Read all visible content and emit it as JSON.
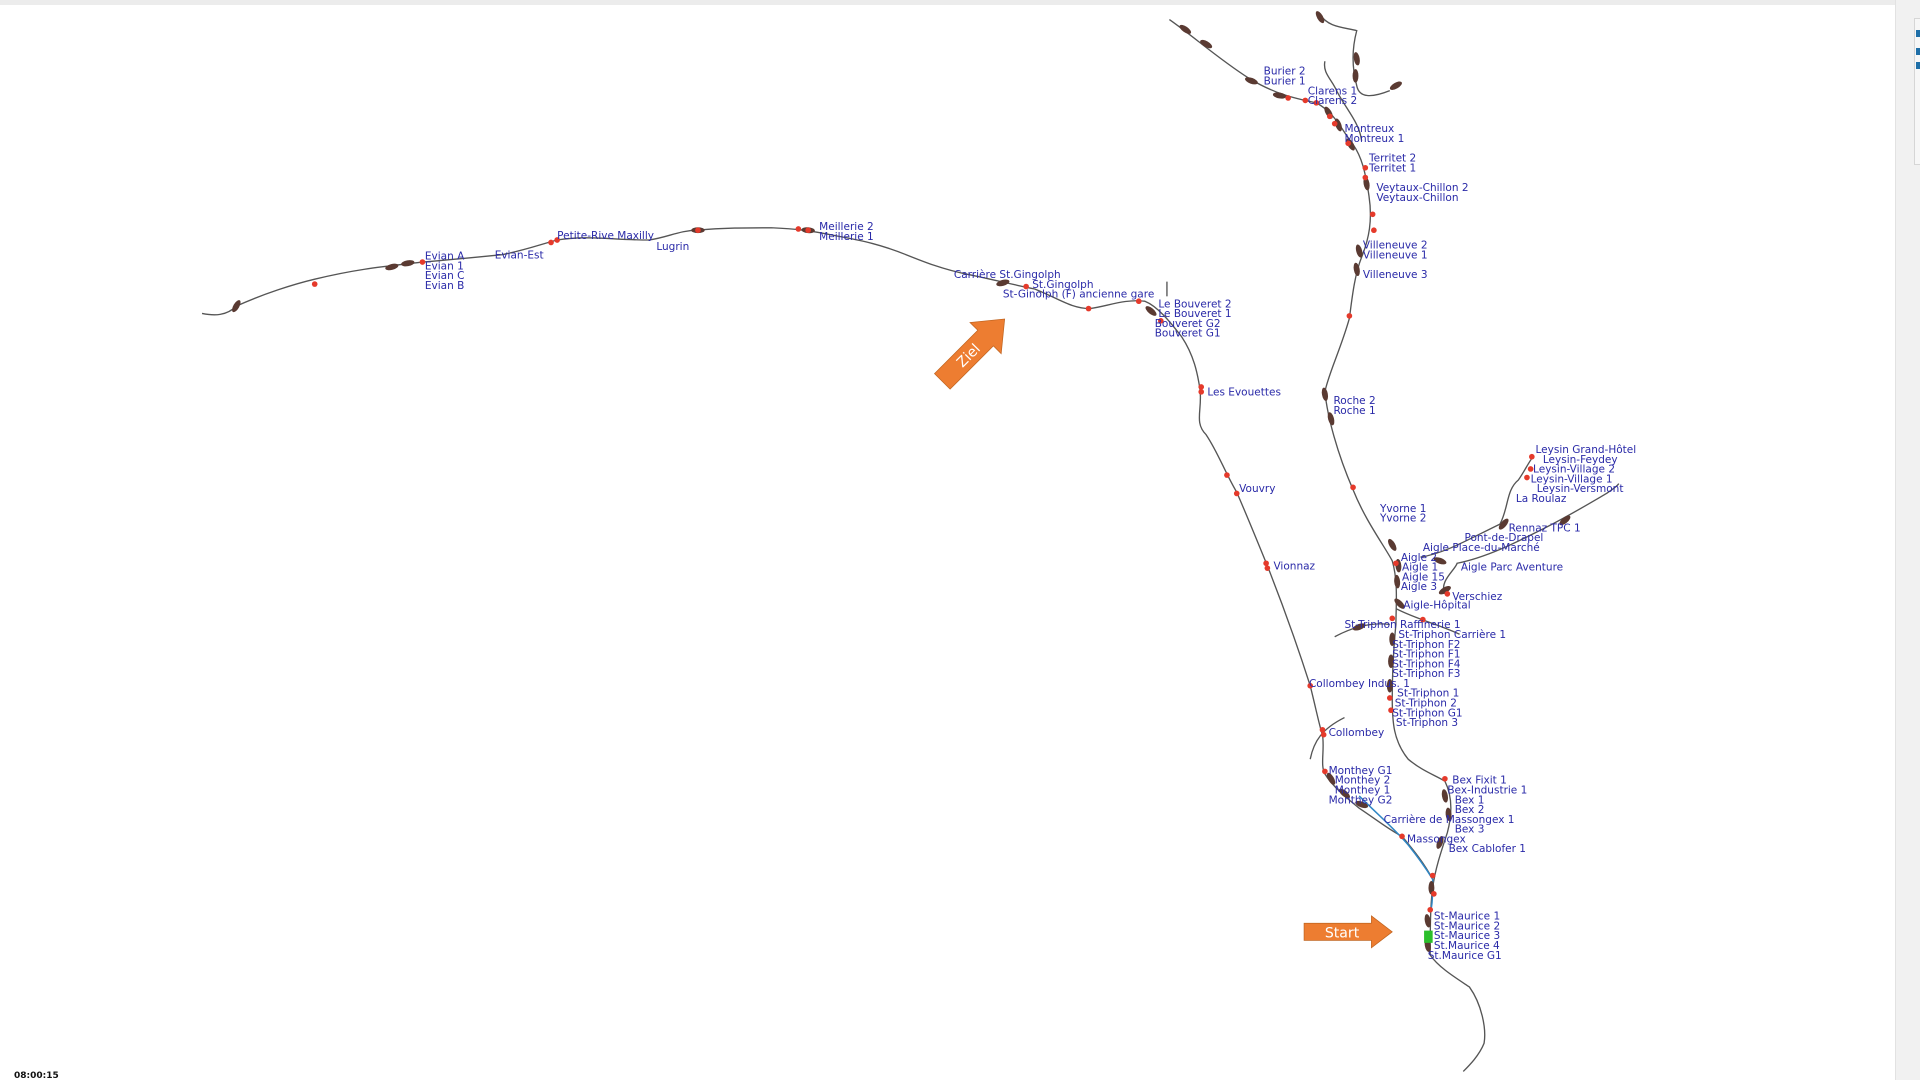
{
  "clock": "08:00:15",
  "arrows": {
    "start": "Start",
    "ziel": "Ziel"
  },
  "colors": {
    "track": "#555555",
    "station": "#e53a2b",
    "train": "#5a3a32",
    "label": "#2a2aa8",
    "arrow": "#ed7d31",
    "route": "#2f86c4"
  },
  "stations": [
    "Burier 2",
    "Burier 1",
    "Clarens 1",
    "Clarens 2",
    "Montreux",
    "Montreux 1",
    "Territet 2",
    "Territet 1",
    "Veytaux-Chillon 2",
    "Veytaux-Chillon",
    "Villeneuve 2",
    "Villeneuve 1",
    "Villeneuve 3",
    "Le Bouveret 2",
    "Le Bouveret 1",
    "Bouveret G2",
    "Bouveret G1",
    "Les Evouettes",
    "Vouvry",
    "Vionnaz",
    "Collombey Indus. 1",
    "Collombey",
    "Monthey G1",
    "Monthey 2",
    "Monthey 1",
    "Monthey G2",
    "Carrière de Massongex 1",
    "Massongex",
    "Bex Fixit 1",
    "Bex-Industrie 1",
    "Bex 1",
    "Bex 2",
    "Bex 3",
    "Bex Cablofer 1",
    "St-Maurice 1",
    "St-Maurice 2",
    "St-Maurice 3",
    "St.Maurice 4",
    "St.Maurice G1",
    "Roche 2",
    "Roche 1",
    "Yvorne 1",
    "Yvorne 2",
    "Leysin Grand-Hôtel",
    "Leysin-Feydey",
    "Leysin-Village 2",
    "Leysin-Village 1",
    "Leysin-Versmont",
    "La Roulaz",
    "Rennaz TPC 1",
    "Pont-de-Drapel",
    "Aigle Place-du-Marché",
    "Aigle 2",
    "Aigle 1",
    "Aigle Parc Aventure",
    "Aigle 15",
    "Aigle 3",
    "Verschiez",
    "Aigle-Hôpital",
    "St-Triphon Raffinerie 1",
    "St-Triphon Carrière 1",
    "St-Triphon F2",
    "St-Triphon F1",
    "St-Triphon F4",
    "St-Triphon F3",
    "St-Triphon 1",
    "St-Triphon 2",
    "St-Triphon G1",
    "St-Triphon 3",
    "Carrière St.Gingolph",
    "St.Gingolph",
    "St-Ginolph (F) ancienne gare",
    "Meillerie 2",
    "Meillerie 1",
    "Petite-Rive Maxilly",
    "Lugrin",
    "Evian-Est",
    "Evian A",
    "Evian 1",
    "Evian C",
    "Evian B"
  ]
}
